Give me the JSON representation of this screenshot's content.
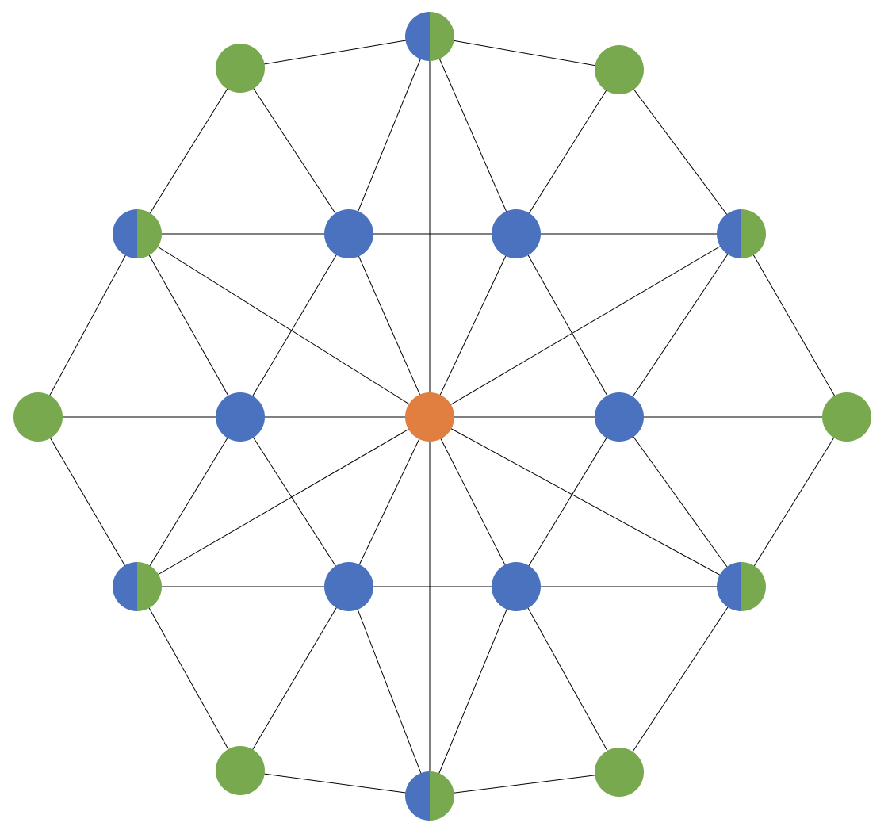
{
  "diagram": {
    "type": "node-link graph",
    "colors": {
      "blue": "#4A72BE",
      "green": "#78A94F",
      "orange": "#E07F3F",
      "edge": "#000000",
      "background": "#FFFFFF"
    },
    "nodes": [
      {
        "id": "center",
        "fill": "orange"
      },
      {
        "id": "top",
        "fill": "blue-green"
      },
      {
        "id": "bottom",
        "fill": "blue-green"
      },
      {
        "id": "upper-left",
        "fill": "blue-green"
      },
      {
        "id": "upper-right",
        "fill": "blue-green"
      },
      {
        "id": "lower-left",
        "fill": "blue-green"
      },
      {
        "id": "lower-right",
        "fill": "blue-green"
      },
      {
        "id": "inner-upper-left",
        "fill": "blue"
      },
      {
        "id": "inner-upper-right",
        "fill": "blue"
      },
      {
        "id": "inner-left",
        "fill": "blue"
      },
      {
        "id": "inner-right",
        "fill": "blue"
      },
      {
        "id": "inner-lower-left",
        "fill": "blue"
      },
      {
        "id": "inner-lower-right",
        "fill": "blue"
      },
      {
        "id": "outer-top-left",
        "fill": "green"
      },
      {
        "id": "outer-top-right",
        "fill": "green"
      },
      {
        "id": "outer-left",
        "fill": "green"
      },
      {
        "id": "outer-right",
        "fill": "green"
      },
      {
        "id": "outer-bottom-left",
        "fill": "green"
      },
      {
        "id": "outer-bottom-right",
        "fill": "green"
      }
    ],
    "edges": [
      [
        "top",
        "bottom"
      ],
      [
        "upper-left",
        "center"
      ],
      [
        "upper-right",
        "center"
      ],
      [
        "lower-left",
        "center"
      ],
      [
        "lower-right",
        "center"
      ],
      [
        "inner-upper-left",
        "center"
      ],
      [
        "inner-upper-right",
        "center"
      ],
      [
        "inner-left",
        "center"
      ],
      [
        "inner-right",
        "center"
      ],
      [
        "inner-lower-left",
        "center"
      ],
      [
        "inner-lower-right",
        "center"
      ],
      [
        "top",
        "inner-upper-left"
      ],
      [
        "top",
        "inner-upper-right"
      ],
      [
        "bottom",
        "inner-lower-left"
      ],
      [
        "bottom",
        "inner-lower-right"
      ],
      [
        "upper-left",
        "inner-upper-left"
      ],
      [
        "inner-upper-left",
        "inner-upper-right"
      ],
      [
        "inner-upper-right",
        "upper-right"
      ],
      [
        "lower-left",
        "inner-lower-left"
      ],
      [
        "inner-lower-left",
        "inner-lower-right"
      ],
      [
        "inner-lower-right",
        "lower-right"
      ],
      [
        "outer-left",
        "inner-left"
      ],
      [
        "inner-right",
        "outer-right"
      ],
      [
        "inner-left",
        "upper-left"
      ],
      [
        "inner-left",
        "inner-upper-left"
      ],
      [
        "inner-left",
        "lower-left"
      ],
      [
        "inner-left",
        "inner-lower-left"
      ],
      [
        "inner-right",
        "upper-right"
      ],
      [
        "inner-right",
        "inner-upper-right"
      ],
      [
        "inner-right",
        "lower-right"
      ],
      [
        "inner-right",
        "inner-lower-right"
      ],
      [
        "outer-top-left",
        "top"
      ],
      [
        "outer-top-right",
        "top"
      ],
      [
        "outer-top-left",
        "upper-left"
      ],
      [
        "outer-top-left",
        "inner-upper-left"
      ],
      [
        "outer-top-right",
        "upper-right"
      ],
      [
        "outer-top-right",
        "inner-upper-right"
      ],
      [
        "outer-left",
        "upper-left"
      ],
      [
        "outer-left",
        "lower-left"
      ],
      [
        "outer-right",
        "upper-right"
      ],
      [
        "outer-right",
        "lower-right"
      ],
      [
        "outer-bottom-left",
        "bottom"
      ],
      [
        "outer-bottom-right",
        "bottom"
      ],
      [
        "outer-bottom-left",
        "lower-left"
      ],
      [
        "outer-bottom-left",
        "inner-lower-left"
      ],
      [
        "outer-bottom-right",
        "lower-right"
      ],
      [
        "outer-bottom-right",
        "inner-lower-right"
      ]
    ]
  }
}
